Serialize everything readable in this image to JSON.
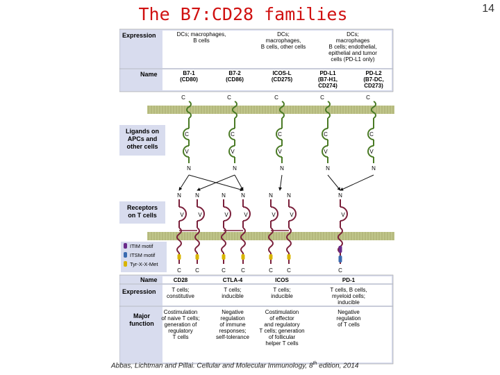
{
  "slide": {
    "title": "The B7:CD28 families",
    "page_number": "14",
    "caption": {
      "authors": "Abbas, Lichtman and Pillai.",
      "book": "Cellular and Molecular Immunology,",
      "edition_num": "8",
      "edition_sup": "th",
      "edition_rest": "edition, 2014"
    }
  },
  "colors": {
    "title": "#d01010",
    "header_bg": "#d8dcee",
    "membrane": "#bfc58a",
    "ligand": "#4a7a25",
    "receptor": "#7a1f3a",
    "itim": "#6a2a8a",
    "itsm": "#3a6ab0",
    "tyr": "#d8b400"
  },
  "ligand_table": {
    "expression_label": "Expression",
    "expression_cells": [
      "DCs; macrophages,\nB cells",
      "DCs;\nmacrophages,\nB cells, other cells",
      "DCs;\nmacrophages\nB cells; endothelial,\nepithelial and tumor\ncells (PD-L1 only)"
    ],
    "name_label": "Name",
    "names": [
      "B7-1\n(CD80)",
      "B7-2\n(CD86)",
      "ICOS-L\n(CD275)",
      "PD-L1\n(B7-H1,\nCD274)",
      "PD-L2\n(B7-DC,\nCD273)"
    ]
  },
  "diagram": {
    "ligands_label": "Ligands on\nAPCs and\nother cells",
    "receptors_label": "Receptors\non T cells",
    "domain_c": "C",
    "domain_v": "V",
    "terminus_n": "N",
    "legend": [
      {
        "label": "ITIM motif",
        "icon": "itim-motif-icon"
      },
      {
        "label": "ITSM motif",
        "icon": "itsm-motif-icon"
      },
      {
        "label": "Tyr-X-X-Met",
        "icon": "tyr-x-x-met-icon"
      }
    ]
  },
  "receptor_table": {
    "name_label": "Name",
    "names": [
      "CD28",
      "CTLA-4",
      "ICOS",
      "PD-1"
    ],
    "expression_label": "Expression",
    "expressions": [
      "T cells;\nconstitutive",
      "T cells;\ninducible",
      "T cells;\ninducible",
      "T cells, B cells,\nmyeloid cells;\ninducible"
    ],
    "function_label": "Major\nfunction",
    "functions": [
      "Costimulation\nof naive T cells;\ngeneration of\nregulatory\nT cells",
      "Negative\nregulation\nof immune\nresponses;\nself-tolerance",
      "Costimulation\nof effector\nand regulatory\nT cells; generation\nof follicular\nhelper T cells",
      "Negative\nregulation\nof T cells"
    ]
  }
}
